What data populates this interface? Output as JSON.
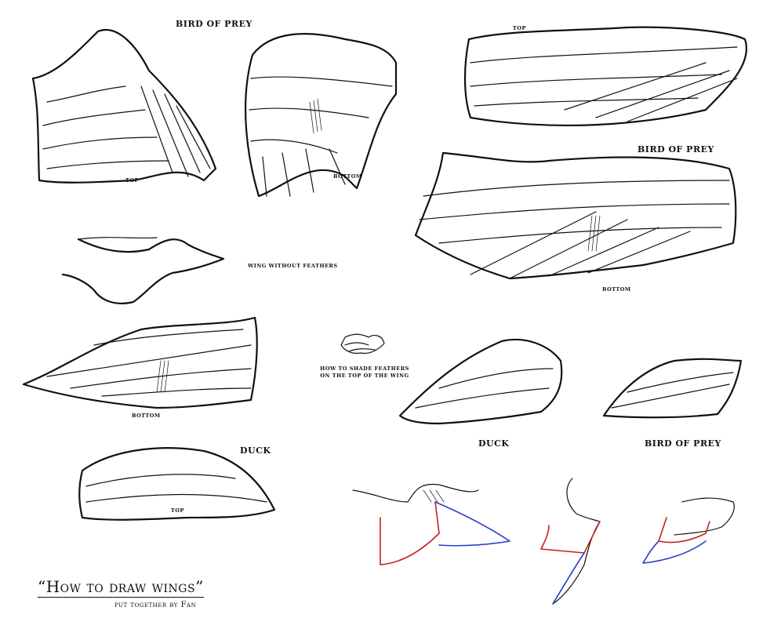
{
  "labels": {
    "bird_of_prey_1": "BIRD OF PREY",
    "top_1": "TOP",
    "bottom_1": "BOTTOM",
    "top_2": "TOP",
    "bird_of_prey_2": "BIRD OF PREY",
    "bottom_2": "BOTTOM",
    "wing_without_feathers": "WING WITHOUT FEATHERS",
    "bottom_3": "BOTTOM",
    "shade_note": "HOW TO SHADE FEATHERS ON THE TOP OF THE WING",
    "duck_1": "DUCK",
    "top_3": "TOP",
    "duck_2": "DUCK",
    "bird_of_prey_3": "BIRD OF PREY"
  },
  "footer": {
    "title": "“How to draw wings”",
    "credit": "put together by Fan"
  },
  "colors": {
    "line": "#111111",
    "red": "#c81e1e",
    "blue": "#2a3fc8"
  }
}
